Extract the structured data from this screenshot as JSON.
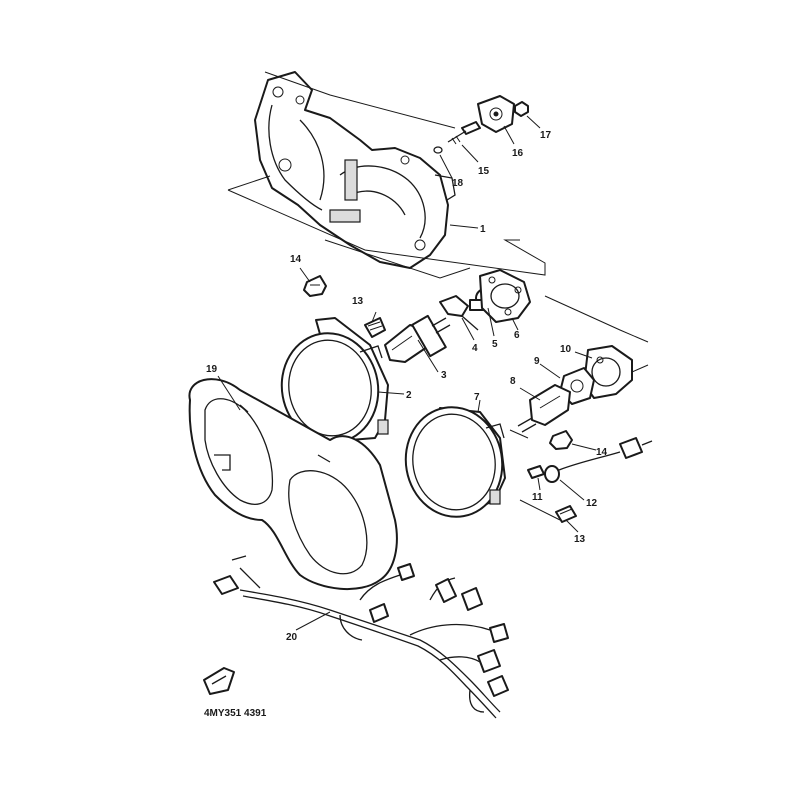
{
  "diagram": {
    "part_code": "4MY351 4391",
    "callouts": [
      "1",
      "2",
      "3",
      "4",
      "5",
      "6",
      "7",
      "8",
      "9",
      "10",
      "11",
      "12",
      "13",
      "13",
      "14",
      "14",
      "15",
      "16",
      "17",
      "18",
      "19",
      "20"
    ],
    "colors": {
      "ink": "#1a1a1a",
      "paper": "#ffffff",
      "shade": "#dcdcdc"
    }
  }
}
